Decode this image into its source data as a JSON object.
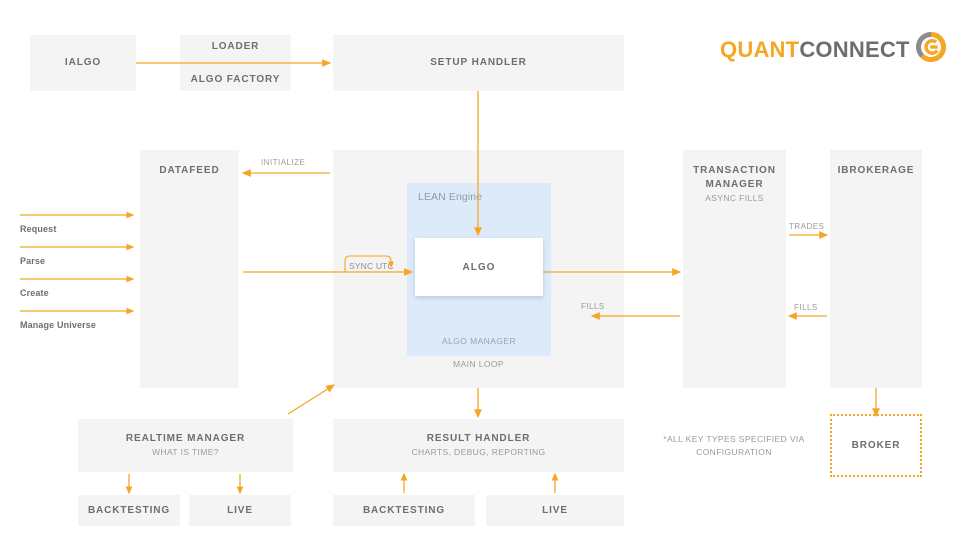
{
  "logo": {
    "word_primary": "QUANT",
    "word_secondary": "CONNECT",
    "mark_name": "quantconnect-circle-logo",
    "color_primary": "#f5a623",
    "color_secondary": "#6e6e6e"
  },
  "colors": {
    "arrow": "#f5a623",
    "box_fill": "#f4f4f4",
    "box_text": "#6e6e6e",
    "sub_text": "#9a9a9a",
    "lean_panel": "#dceafa",
    "lean_label": "#8e9ba8",
    "canvas": "#ffffff"
  },
  "boxes": {
    "ialgo": {
      "title": "IALGO"
    },
    "loader": {
      "title": "LOADER",
      "title2": "ALGO FACTORY"
    },
    "setup_handler": {
      "title": "SETUP HANDLER"
    },
    "datafeed": {
      "title": "DATAFEED"
    },
    "transaction_manager": {
      "title": "TRANSACTION\nMANAGER",
      "subtitle": "ASYNC FILLS"
    },
    "ibrokerage": {
      "title": "IBROKERAGE"
    },
    "broker": {
      "title": "BROKER"
    },
    "realtime_manager": {
      "title": "REALTIME MANAGER",
      "subtitle": "WHAT IS TIME?"
    },
    "realtime_backtesting": {
      "title": "BACKTESTING"
    },
    "realtime_live": {
      "title": "LIVE"
    },
    "result_handler": {
      "title": "RESULT HANDLER",
      "subtitle": "CHARTS, DEBUG, REPORTING"
    },
    "result_backtesting": {
      "title": "BACKTESTING"
    },
    "result_live": {
      "title": "LIVE"
    }
  },
  "engine": {
    "lean_label": "LEAN Engine",
    "algo_label": "ALGO",
    "algo_manager_label": "ALGO MANAGER",
    "main_loop_label": "MAIN LOOP"
  },
  "connectors": {
    "initialize": "INITIALIZE",
    "sync_utc": "SYNC UTC",
    "trades": "TRADES",
    "fills_right": "FILLS",
    "fills_center": "FILLS"
  },
  "data_flows": [
    {
      "label": "Request"
    },
    {
      "label": "Parse"
    },
    {
      "label": "Create"
    },
    {
      "label": "Manage Universe"
    }
  ],
  "footnote": "*ALL KEY TYPES SPECIFIED VIA\nCONFIGURATION"
}
